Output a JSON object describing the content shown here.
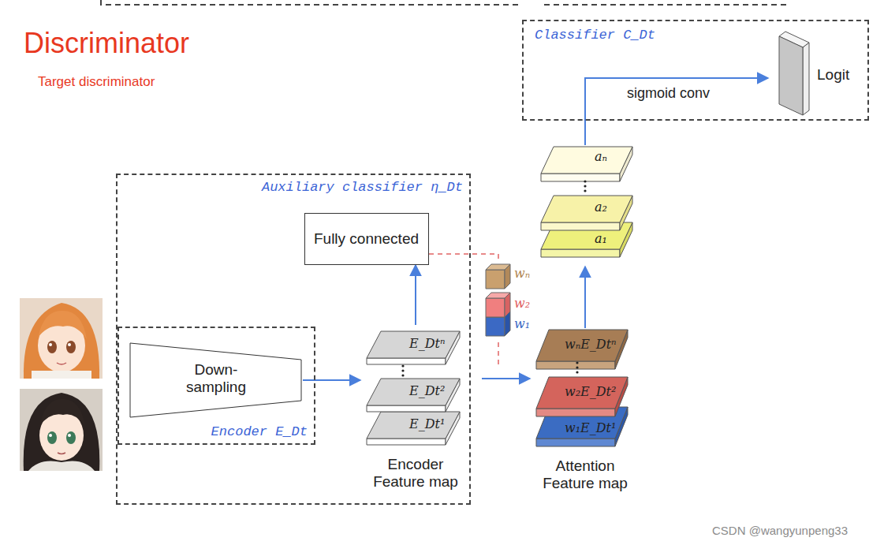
{
  "diagram": {
    "title": "Discriminator",
    "nodes": [
      {
        "text": [
          "Classifier C_Dt"
        ]
      },
      {
        "text": [
          "Logit"
        ],
        "in": 0
      },
      {
        "text": [
          "Auxiliary classifier η_Dt"
        ]
      },
      {
        "text": [
          "Fully connected"
        ],
        "in": 2
      },
      {
        "text": [
          "Encoder E_Dt"
        ],
        "in": 2
      },
      {
        "text": [
          "Down-sampling"
        ],
        "in": 4
      },
      {
        "text": [
          "E_Dtⁿ",
          "E_Dt²",
          "E_Dt¹",
          "Encoder Feature map"
        ],
        "in": 2
      },
      {
        "text": [
          "wₙ",
          "w₂",
          "w₁"
        ]
      },
      {
        "text": [
          "wₙE_Dtⁿ",
          "w₂E_Dt²",
          "w₁E_Dt¹",
          "Attention Feature map"
        ]
      },
      {
        "text": [
          "aₙ",
          "a₂",
          "a₁"
        ]
      }
    ],
    "edges": [
      {
        "from": 5,
        "to": 6,
        "arrow": "to"
      },
      {
        "from": 6,
        "to": 3,
        "arrow": "to"
      },
      {
        "from": 6,
        "to": 8,
        "arrow": "to"
      },
      {
        "from": 8,
        "to": 9,
        "arrow": "to"
      },
      {
        "from": 9,
        "to": 1,
        "label": "sigmoid conv",
        "arrow": "to"
      },
      {
        "from": 3,
        "to": 7,
        "arrow": "none"
      }
    ],
    "labels": [
      "Target discriminator",
      "CSDN @wangyunpeng33"
    ]
  }
}
